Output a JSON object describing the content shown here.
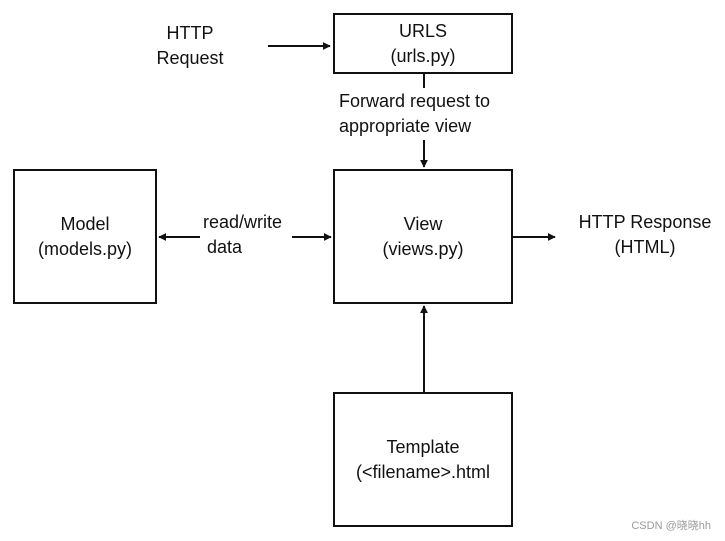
{
  "diagram": {
    "http_request": {
      "line1": "HTTP",
      "line2": "Request"
    },
    "urls": {
      "title": "URLS",
      "file": "(urls.py)"
    },
    "forward_note": {
      "line1": "Forward request to",
      "line2": "appropriate view"
    },
    "view": {
      "title": "View",
      "file": "(views.py)"
    },
    "model": {
      "title": "Model",
      "file": "(models.py)"
    },
    "read_write": {
      "line1": "read/write",
      "line2": "data"
    },
    "http_response": {
      "line1": "HTTP Response",
      "line2": "(HTML)"
    },
    "template": {
      "title": "Template",
      "file": "(<filename>.html"
    }
  },
  "watermark": "CSDN @晓晓hh",
  "colors": {
    "stroke": "#111111",
    "background": "#ffffff",
    "watermark": "#9a9a9a"
  }
}
